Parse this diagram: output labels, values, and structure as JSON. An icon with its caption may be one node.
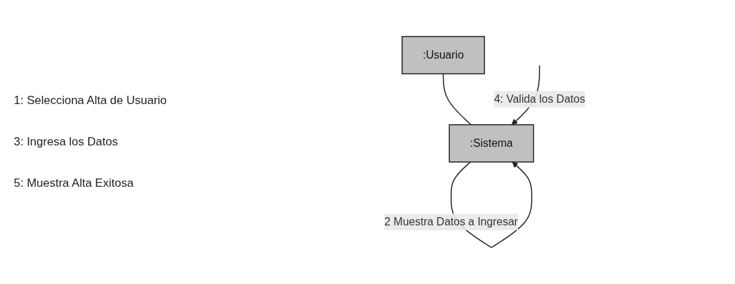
{
  "diagram": {
    "nodes": [
      {
        "text": [
          ":Usuario"
        ]
      },
      {
        "text": [
          ":Sistema"
        ]
      }
    ],
    "edges": [
      {
        "from": 0,
        "to": 1,
        "arrow": "none"
      },
      {
        "from": 1,
        "to": 1,
        "arrow": "to",
        "label": "2 Muestra Datos a Ingresar"
      },
      {
        "from": null,
        "to": 1,
        "arrow": "to",
        "label": "4: Valida los Datos"
      }
    ],
    "labels": [
      "1: Selecciona Alta de Usuario",
      "3: Ingresa los Datos",
      "5: Muestra Alta Exitosa"
    ]
  }
}
